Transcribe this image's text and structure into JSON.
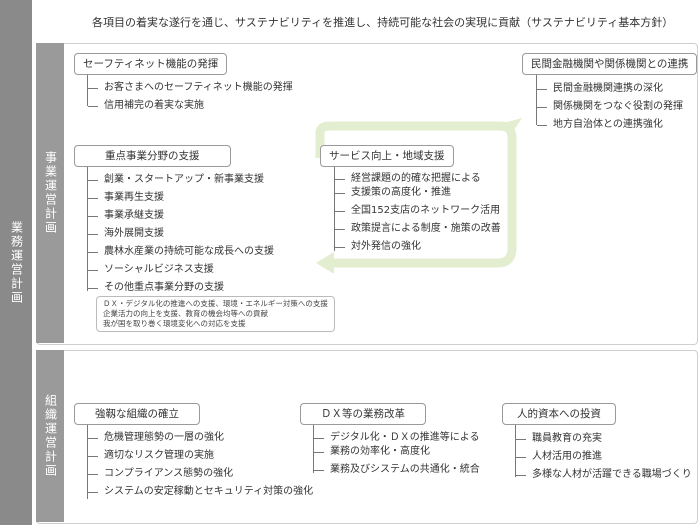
{
  "header_text": "各項目の着実な遂行を通じ、サステナビリティを推進し、持続可能な社会の実現に貢献（サステナビリティ基本方針）",
  "side_label": "業務運営計画",
  "business_plan": {
    "label": "事業運営計画",
    "safety_net": {
      "title": "セーフティネット機能の発揮",
      "items": [
        "お客さまへのセーフティネット機能の発揮",
        "信用補完の着実な実施"
      ]
    },
    "cooperation": {
      "title": "民間金融機関や関係機関との連携",
      "items": [
        "民間金融機関連携の深化",
        "関係機関をつなぐ役割の発揮",
        "地方自治体との連携強化"
      ]
    },
    "priority": {
      "title": "重点事業分野の支援",
      "items": [
        "創業・スタートアップ・新事業支援",
        "事業再生支援",
        "事業承継支援",
        "海外展開支援",
        "農林水産業の持続可能な成長への支援",
        "ソーシャルビジネス支援",
        "その他重点事業分野の支援"
      ],
      "note_lines": [
        "ＤＸ・デジタル化の推進への支援、環境・エネルギー対策への支援",
        "企業活力の向上を支援、教育の機会均等への貢献",
        "我が国を取り巻く環境変化への対応を支援"
      ]
    },
    "service": {
      "title": "サービス向上・地域支援",
      "items": [
        "経営課題の的確な把握による",
        "支援策の高度化・推進",
        "全国152支店のネットワーク活用",
        "政策提言による制度・施策の改善",
        "対外発信の強化"
      ]
    }
  },
  "org_plan": {
    "label": "組織運営計画",
    "robust": {
      "title": "強靱な組織の確立",
      "items": [
        "危機管理態勢の一層の強化",
        "適切なリスク管理の実施",
        "コンプライアンス態勢の強化",
        "システムの安定稼動とセキュリティ対策の強化"
      ]
    },
    "dx": {
      "title": "ＤＸ等の業務改革",
      "items": [
        "デジタル化・ＤＸの推進等による",
        "業務の効率化・高度化",
        "業務及びシステムの共通化・統合"
      ]
    },
    "human": {
      "title": "人的資本への投資",
      "items": [
        "職員教育の充実",
        "人材活用の推進",
        "多様な人材が活躍できる職場づくり"
      ]
    }
  },
  "colors": {
    "arrow": "#e3edcf",
    "label_bg": "#8a8a8a"
  }
}
